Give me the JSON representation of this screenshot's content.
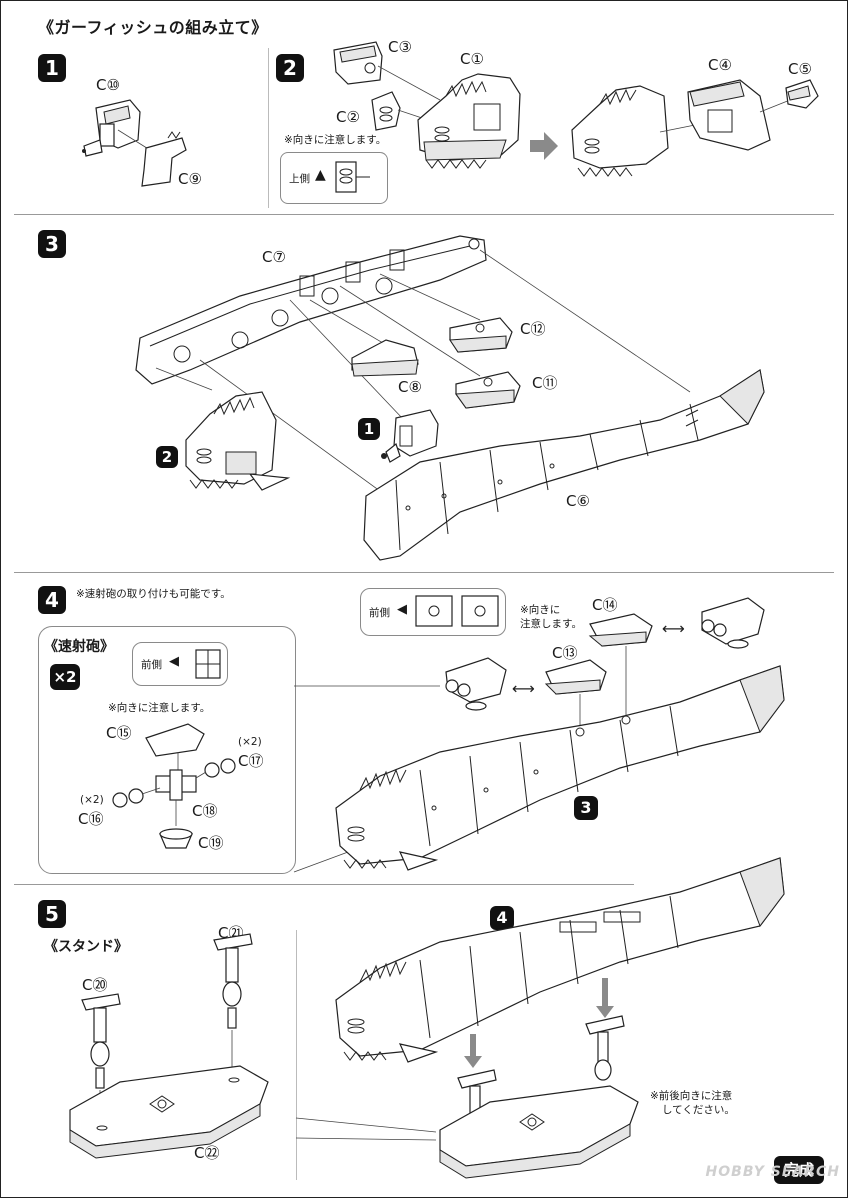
{
  "title": "《ガーフィッシュの組み立て》",
  "steps": [
    "1",
    "2",
    "3",
    "4",
    "5"
  ],
  "parts": {
    "c1": "C①",
    "c2": "C②",
    "c3": "C③",
    "c4": "C④",
    "c5": "C⑤",
    "c6": "C⑥",
    "c7": "C⑦",
    "c8": "C⑧",
    "c9": "C⑨",
    "c10": "C⑩",
    "c11": "C⑪",
    "c12": "C⑫",
    "c13": "C⑬",
    "c14": "C⑭",
    "c15": "C⑮",
    "c16": "C⑯",
    "c17": "C⑰",
    "c18": "C⑱",
    "c19": "C⑲",
    "c20": "C⑳",
    "c21": "C㉑",
    "c22": "C㉒"
  },
  "step2": {
    "note": "※向きに注意します。",
    "orientation_label": "上側"
  },
  "step3": {
    "ref1": "1",
    "ref2": "2"
  },
  "step4": {
    "header_note": "※速射砲の取り付けも可能です。",
    "front_label": "前側",
    "orientation_note_1": "※向きに",
    "orientation_note_2": "注意します。",
    "ref3": "3"
  },
  "rapid_gun": {
    "title": "《速射砲》",
    "multiplier": "×2",
    "front_label": "前側",
    "note": "※向きに注意します。",
    "x2a": "(×2)",
    "x2b": "(×2)"
  },
  "step5": {
    "stand_title": "《スタンド》",
    "ref4": "4",
    "note_line1": "※前後向きに注意",
    "note_line2": "してください。"
  },
  "complete": "完成",
  "watermark": "HOBBY SEARCH",
  "icons": [
    "arrow-right-icon",
    "arrow-left-icon",
    "arrow-up-icon",
    "double-arrow-icon"
  ]
}
